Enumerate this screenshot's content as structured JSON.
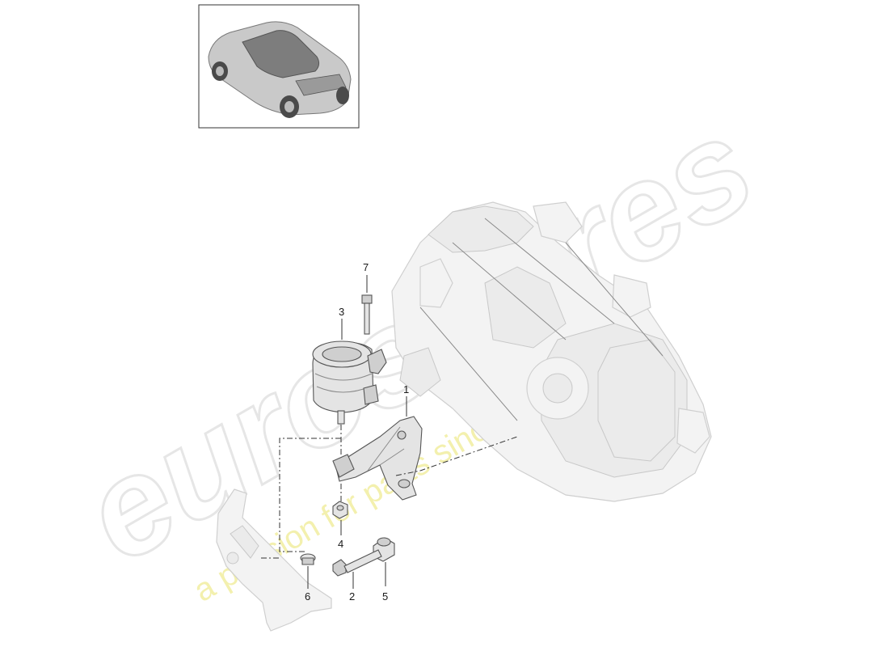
{
  "watermark": {
    "brand": "eurospares",
    "tagline": "a passion for parts since 1985"
  },
  "thumbnail": {
    "label": "",
    "icon": "car-icon"
  },
  "callouts": [
    {
      "id": "1",
      "label": "1"
    },
    {
      "id": "2",
      "label": "2"
    },
    {
      "id": "3",
      "label": "3"
    },
    {
      "id": "4",
      "label": "4"
    },
    {
      "id": "5",
      "label": "5"
    },
    {
      "id": "6",
      "label": "6"
    },
    {
      "id": "7",
      "label": "7"
    }
  ]
}
